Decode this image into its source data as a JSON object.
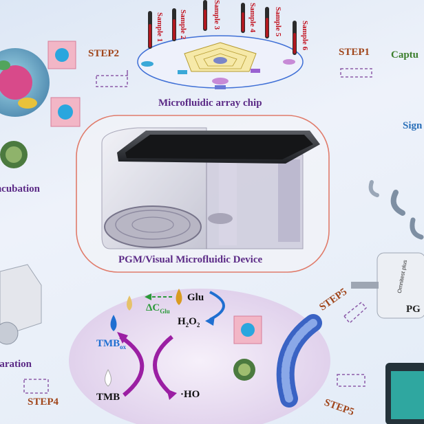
{
  "samples": [
    "Sample 1",
    "Sample 2",
    "Sample 3",
    "Sample 4",
    "Sample 5",
    "Sample 6"
  ],
  "steps": {
    "step1": "STEP1",
    "step2": "STEP2",
    "step4": "STEP4",
    "step5_top": "STEP5",
    "step5_bottom": "STEP5"
  },
  "captions": {
    "chip": "Microfluidic array chip",
    "device": "PGM/Visual Microfluidic Device",
    "incubation": "Incubation",
    "separation": "Separation",
    "capture": "Captu",
    "signal": "Sign",
    "pgm": "PG"
  },
  "chemistry": {
    "glu": "Glu",
    "delta": "ΔC",
    "delta_sub": "Glu",
    "h2o2": "H",
    "h2o2_2a": "2",
    "h2o2_o": "O",
    "h2o2_2b": "2",
    "tmbox": "TMB",
    "tmbox_sub": "ox",
    "tmb": "TMB",
    "ho": "·HO"
  },
  "meter_label": "Omnitest plus",
  "colors": {
    "step": "#a0451a",
    "caption": "#5b2a86",
    "sample_red": "#c1121f",
    "arrow_purple": "#9b1fa3",
    "arrow_blue": "#1f6fd1",
    "arrow_green": "#2b9a3a"
  }
}
